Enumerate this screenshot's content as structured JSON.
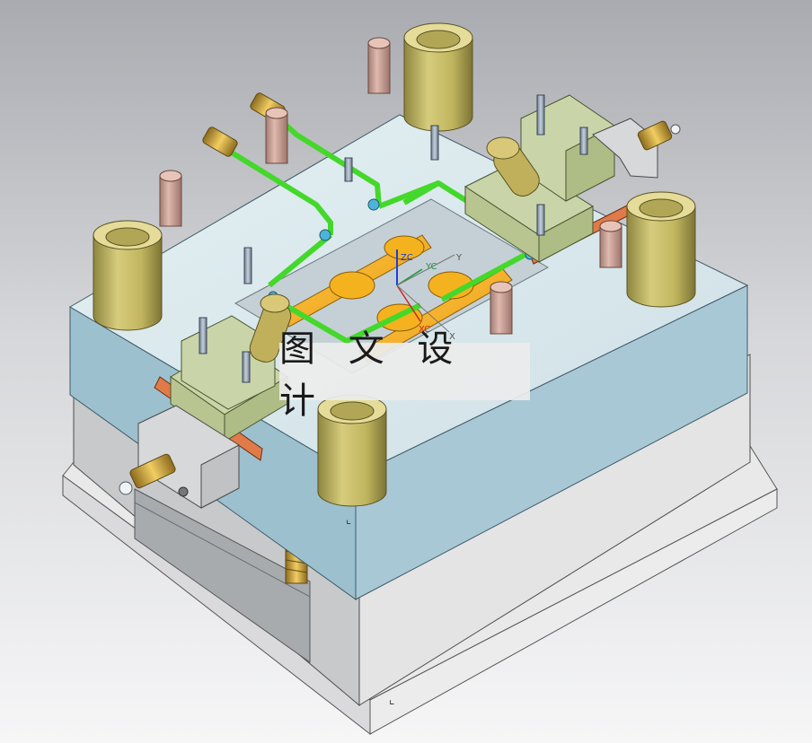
{
  "viewport": {
    "background_top": "#a9abb0",
    "background_bottom": "#f6f6f7"
  },
  "watermark": {
    "text": "图 文 设 计"
  },
  "triad": {
    "zc": "ZC",
    "yc": "YC",
    "xc": "XC",
    "y": "Y",
    "x": "X"
  },
  "colors": {
    "plate_top": "#d8e8ec",
    "plate_side_blue": "#9fc1cf",
    "plate_side_gray": "#c9cacc",
    "bushing": "#ccc06a",
    "cooling_lines": "#44d82a",
    "slider_block": "#c9d5a8",
    "runner": "#f5b21f",
    "wear_plate": "#e07a48",
    "screw": "#d0a39a"
  },
  "icons": [
    "view-triad-icon",
    "datum-marker-icon"
  ]
}
